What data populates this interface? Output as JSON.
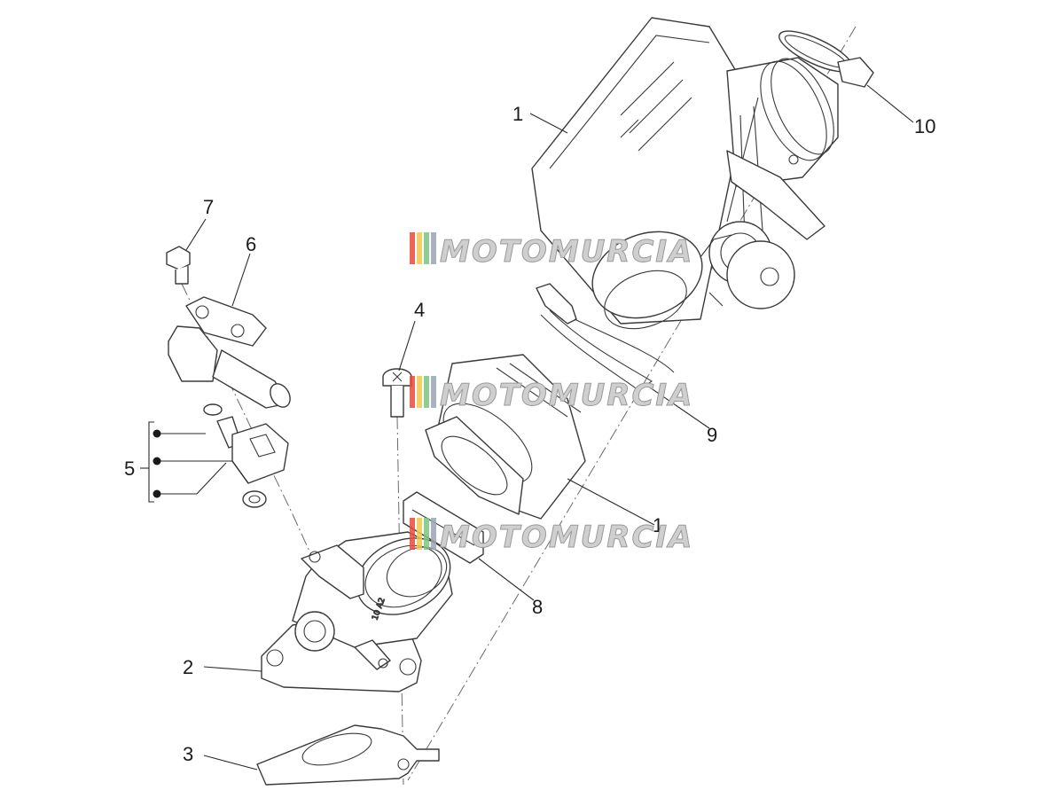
{
  "diagram": {
    "callouts": {
      "c1": "1",
      "c1b": "1",
      "c2": "2",
      "c3": "3",
      "c4": "4",
      "c5": "5",
      "c6": "6",
      "c7": "7",
      "c8": "8",
      "c9": "9",
      "c10": "10"
    },
    "watermark": {
      "text": "MOTOMURCIA",
      "colors": [
        "#e84a3c",
        "#f2c94c",
        "#7bc47f",
        "#9aa5b1"
      ]
    },
    "parts": [
      "throttle-body",
      "intake-manifold",
      "gasket",
      "screw",
      "sensor-kit",
      "injector",
      "bolt",
      "hose-clamp",
      "clip",
      "clamp"
    ]
  }
}
